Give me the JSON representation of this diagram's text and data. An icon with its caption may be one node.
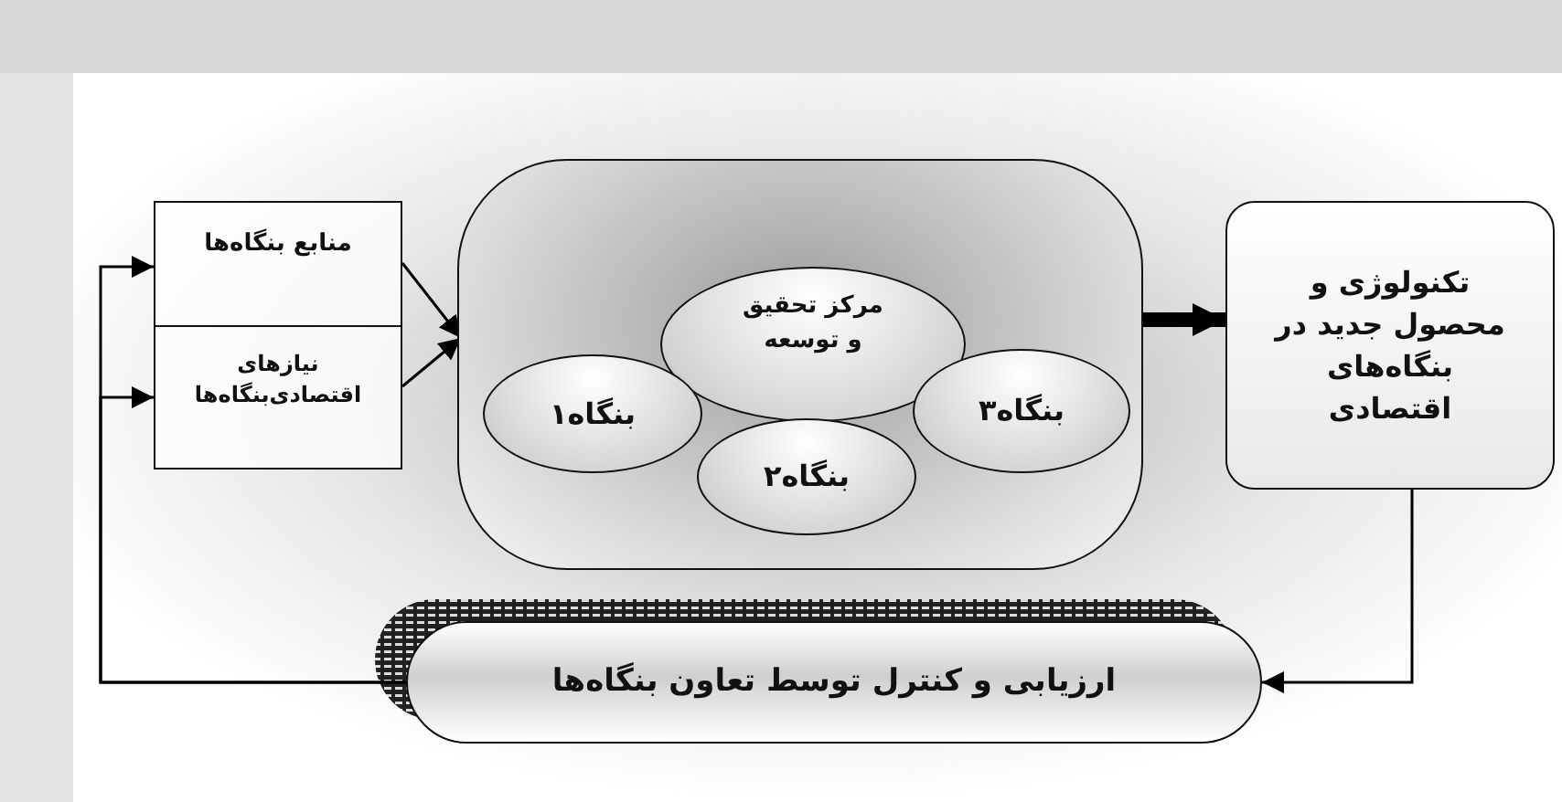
{
  "diagram": {
    "nodes": [
      {
        "text": [
          "منابع بنگاه‌ها"
        ]
      },
      {
        "text": [
          "نیازهای اقتصادی‌بنگاه‌ها"
        ]
      },
      {
        "text": [],
        "shape": "box"
      },
      {
        "text": [
          "مرکز تحقیق و توسعه"
        ],
        "in": 2
      },
      {
        "text": [
          "بنگاه۱"
        ],
        "in": 2
      },
      {
        "text": [
          "بنگاه۲"
        ],
        "in": 2
      },
      {
        "text": [
          "بنگاه۳"
        ],
        "in": 2
      },
      {
        "text": [
          "تکنولوژی و محصول جدید در بنگاه‌های اقتصادی"
        ]
      },
      {
        "text": [
          "ارزیابی و کنترل توسط تعاون بنگاه‌ها"
        ]
      }
    ],
    "edges": [
      {
        "from": 0,
        "to": 2,
        "arrow": "to"
      },
      {
        "from": 1,
        "to": 2,
        "arrow": "to"
      },
      {
        "from": 2,
        "to": 7,
        "arrow": "to",
        "style": "thick"
      },
      {
        "from": 7,
        "to": 8,
        "arrow": "to"
      },
      {
        "from": 8,
        "to": 0,
        "arrow": "to"
      },
      {
        "from": 8,
        "to": 1,
        "arrow": "to"
      }
    ]
  }
}
